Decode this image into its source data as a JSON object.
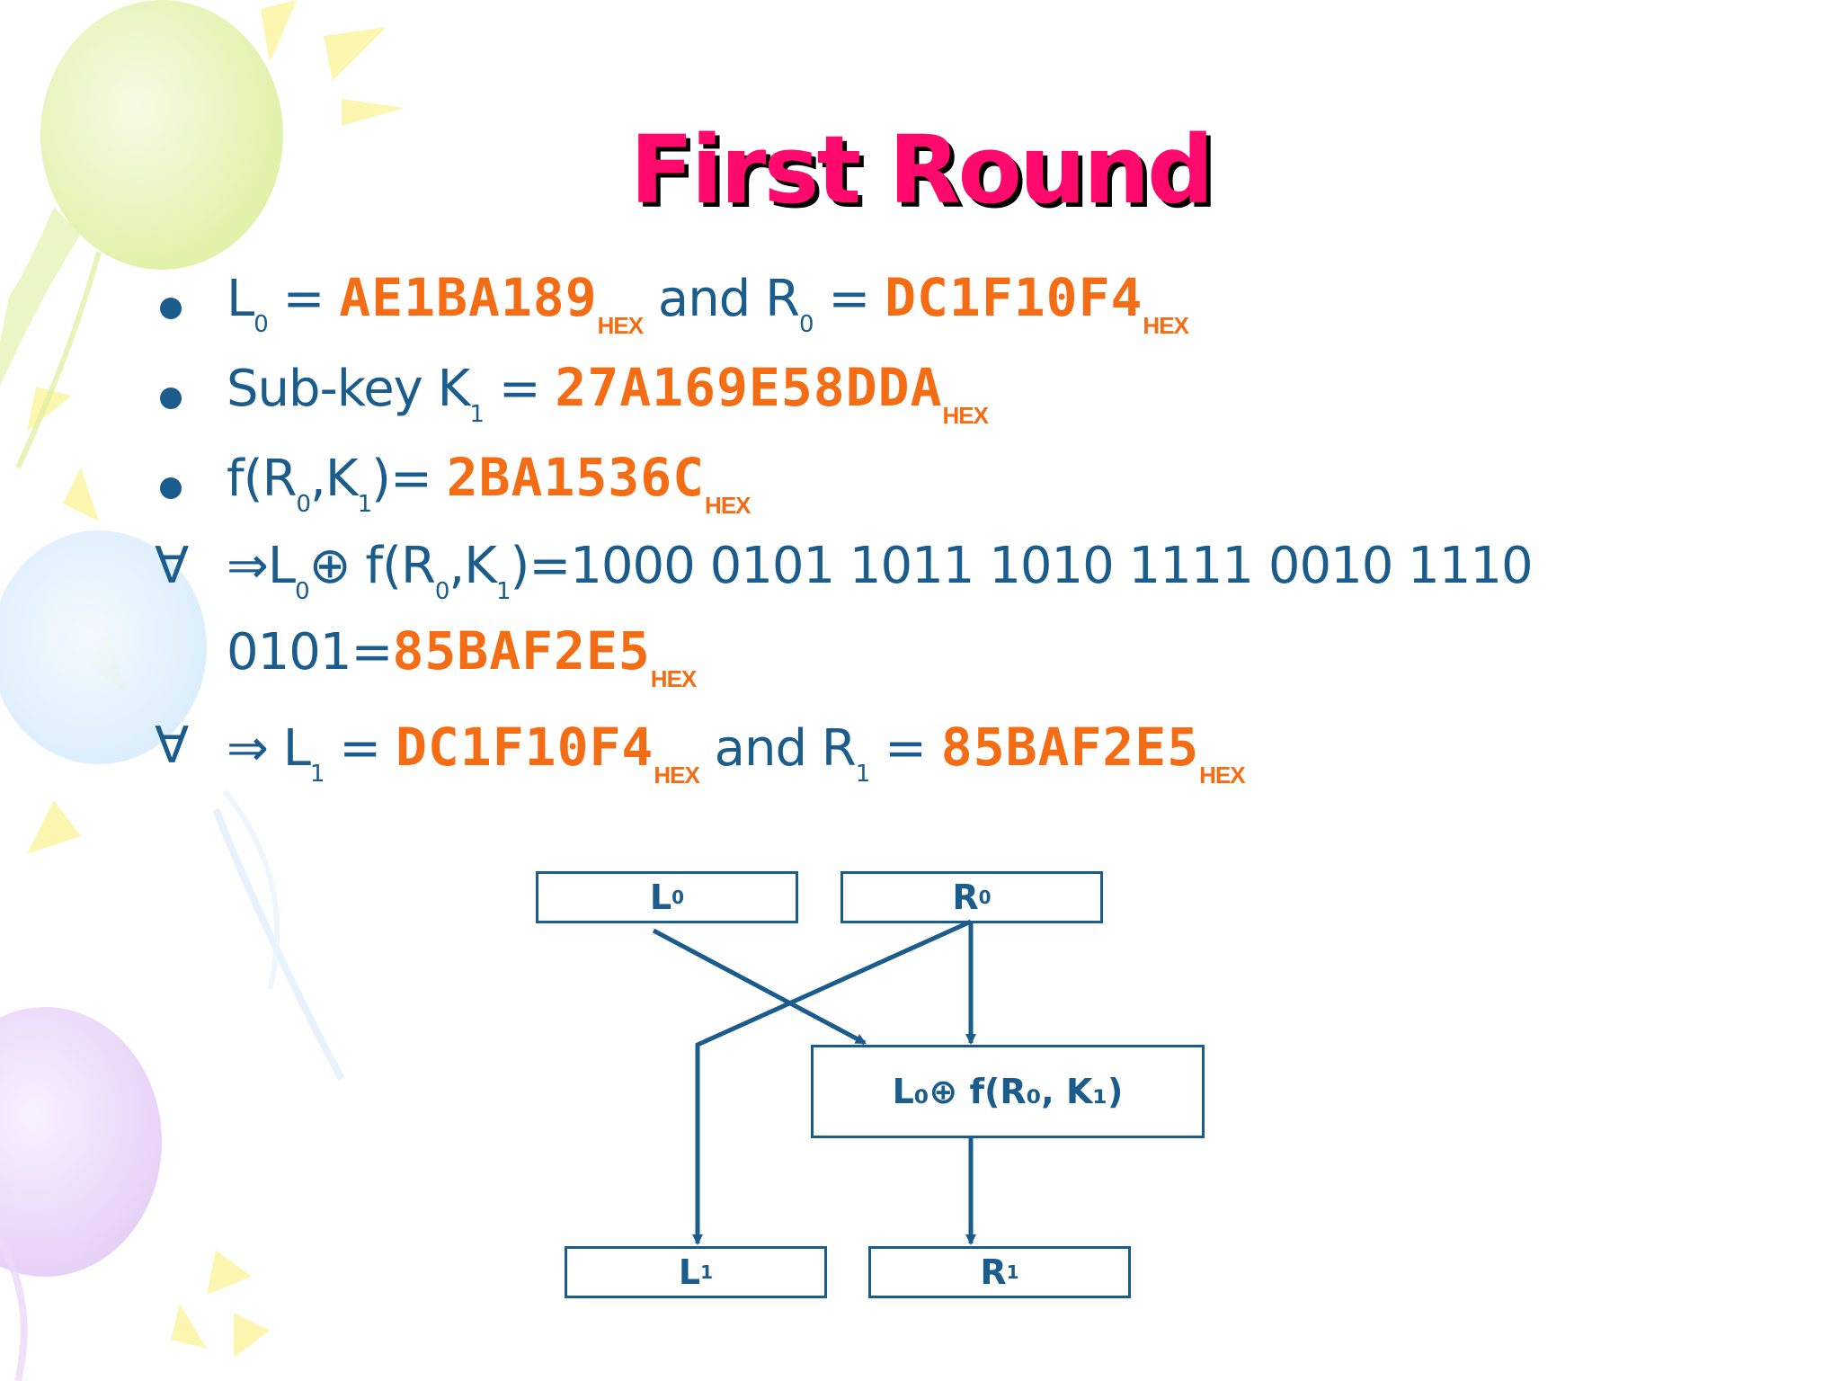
{
  "colors": {
    "title": "#ff0a6c",
    "text": "#1a5c8c",
    "hex": "#f46d14"
  },
  "slide": {
    "title": "First Round"
  },
  "bullets": [
    {
      "marker": "dot",
      "parts": [
        {
          "t": "L"
        },
        {
          "sub": "0"
        },
        {
          "t": " = "
        },
        {
          "hex": "AE1BA189"
        },
        {
          "sup": "HEX"
        },
        {
          "t": " and R"
        },
        {
          "sub": "0"
        },
        {
          "t": " = "
        },
        {
          "hex": "DC1F10F4"
        },
        {
          "sup": "HEX"
        }
      ]
    },
    {
      "marker": "dot",
      "parts": [
        {
          "t": "Sub-key K"
        },
        {
          "sub": "1"
        },
        {
          "t": " = "
        },
        {
          "hex": "27A169E58DDA"
        },
        {
          "sup": "HEX"
        }
      ]
    },
    {
      "marker": "dot",
      "parts": [
        {
          "t": "f(R"
        },
        {
          "sub": "0"
        },
        {
          "t": ",K"
        },
        {
          "sub": "1"
        },
        {
          "t": ")= "
        },
        {
          "hex": "2BA1536C"
        },
        {
          "sup": "HEX"
        }
      ]
    },
    {
      "marker": "∀",
      "parts": [
        {
          "t": "⇒L"
        },
        {
          "sub": "0"
        },
        {
          "t": "⊕ f(R"
        },
        {
          "sub": "0"
        },
        {
          "t": ",K"
        },
        {
          "sub": "1"
        },
        {
          "t": ")=1000 0101 1011 1010 1111 0010 1110"
        }
      ],
      "continuation": [
        {
          "t": "0101="
        },
        {
          "hex": "85BAF2E5"
        },
        {
          "sup": "HEX"
        }
      ]
    },
    {
      "marker": "∀",
      "parts": [
        {
          "t": "⇒ L"
        },
        {
          "sub": "1"
        },
        {
          "t": " = "
        },
        {
          "hex": "DC1F10F4"
        },
        {
          "sup": "HEX"
        },
        {
          "t": " and R"
        },
        {
          "sub": "1"
        },
        {
          "t": " = "
        },
        {
          "hex": "85BAF2E5"
        },
        {
          "sup": "HEX"
        }
      ]
    }
  ],
  "diagram": {
    "l0": {
      "base": "L",
      "sub": "0"
    },
    "r0": {
      "base": "R",
      "sub": "0"
    },
    "func": {
      "text": "L₀⊕ f(R₀, K₁)"
    },
    "l1": {
      "base": "L",
      "sub": "1"
    },
    "r1": {
      "base": "R",
      "sub": "1"
    }
  }
}
